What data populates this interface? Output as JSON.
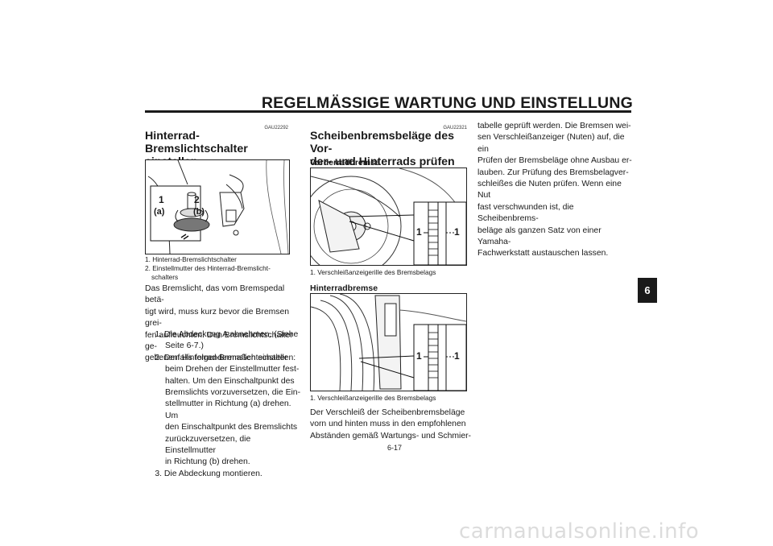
{
  "header": {
    "title": "REGELMÄSSIGE WARTUNG UND EINSTELLUNG"
  },
  "left": {
    "code": "GAU22292",
    "heading": [
      "Hinterrad-Bremslichtschalter",
      "einstellen"
    ],
    "figure_labels": {
      "n1": "1",
      "n2": "2",
      "a": "(a)",
      "b": "(b)"
    },
    "captions": [
      "1. Hinterrad-Bremslichtschalter",
      "2. Einstellmutter des Hinterrad-Bremslicht-",
      "schalters"
    ],
    "body": [
      "Das Bremslicht, das vom Bremspedal betä-",
      "tigt wird, muss kurz bevor die Bremsen grei-",
      "fen aufleuchten. Den Bremslichtschalter ge-",
      "gebenenfalls folgendermaßen einstellen:"
    ],
    "steps": [
      [
        "1.",
        "Die Abdeckung A abnehmen. (Siehe"
      ],
      [
        "",
        "Seite 6-7.)"
      ],
      [
        "2.",
        "Den Hinterrad-Bremslichtschalter"
      ],
      [
        "",
        "beim Drehen der Einstellmutter fest-"
      ],
      [
        "",
        "halten. Um den Einschaltpunkt des"
      ],
      [
        "",
        "Bremslichts vorzuversetzen, die Ein-"
      ],
      [
        "",
        "stellmutter in Richtung (a) drehen. Um"
      ],
      [
        "",
        "den Einschaltpunkt des Bremslichts"
      ],
      [
        "",
        "zurückzuversetzen, die Einstellmutter"
      ],
      [
        "",
        "in Richtung (b) drehen."
      ],
      [
        "3.",
        "Die Abdeckung montieren."
      ]
    ]
  },
  "middle": {
    "code": "GAU22321",
    "heading": [
      "Scheibenbremsbeläge des Vor-",
      "der- und Hinterrads prüfen"
    ],
    "front": {
      "label": "Vorderradbremse",
      "fig_left": "1",
      "fig_right": "1",
      "caption": "1. Verschleißanzeigerille des Bremsbelags"
    },
    "rear": {
      "label": "Hinterradbremse",
      "fig_left": "1",
      "fig_right": "1",
      "caption": "1. Verschleißanzeigerille des Bremsbelags"
    },
    "body": [
      "Der Verschleiß der Scheibenbremsbeläge",
      "vorn und hinten muss in den empfohlenen",
      "Abständen gemäß Wartungs- und Schmier-"
    ]
  },
  "right": {
    "body": [
      "tabelle geprüft werden. Die Bremsen wei-",
      "sen Verschleißanzeiger (Nuten) auf, die ein",
      "Prüfen der Bremsbeläge ohne Ausbau er-",
      "lauben. Zur Prüfung des Bremsbelagver-",
      "schleißes die Nuten prüfen. Wenn eine Nut",
      "fast verschwunden ist, die Scheibenbrems-",
      "beläge als ganzen Satz von einer Yamaha-",
      "Fachwerkstatt austauschen lassen."
    ]
  },
  "side_tab": "6",
  "page_number": "6-17",
  "watermark": "carmanualsonline.info"
}
